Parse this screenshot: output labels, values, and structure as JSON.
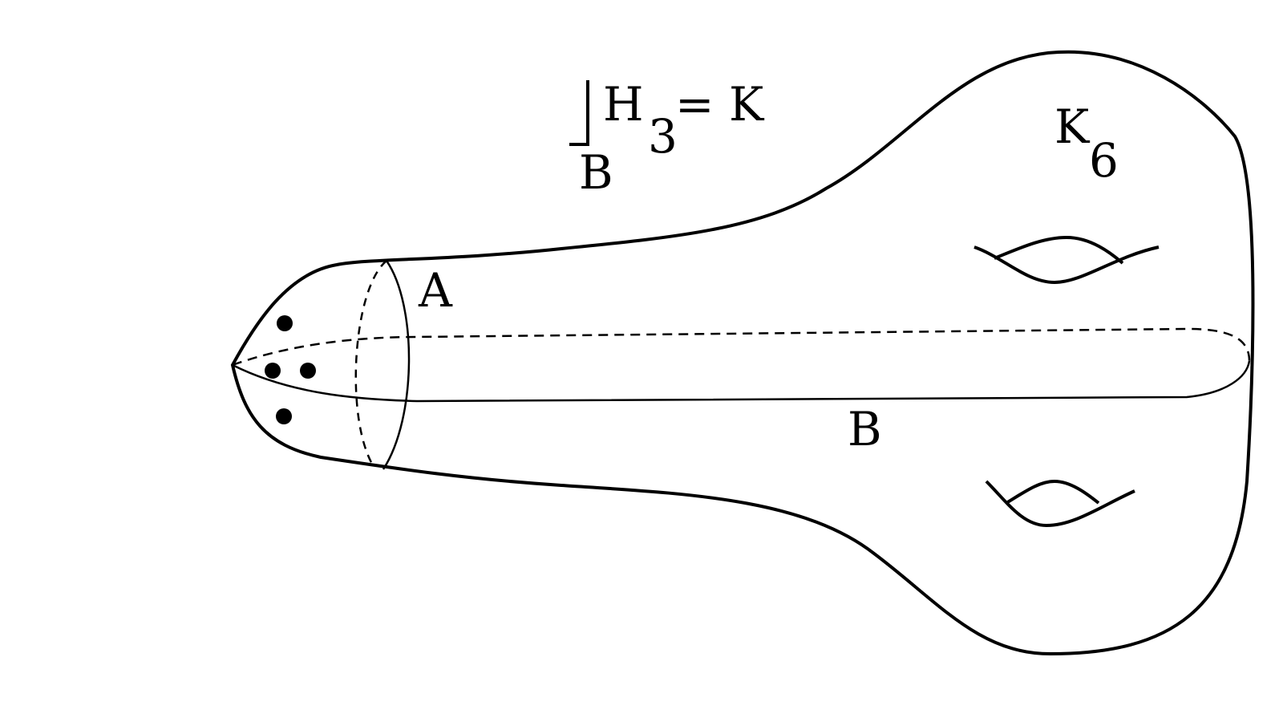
{
  "diagram": {
    "formula": {
      "integral_symbol": "∫",
      "integrand": "H",
      "integrand_subscript": "3",
      "equals_rhs": "= K",
      "domain": "B"
    },
    "labels": {
      "cycle_a": "A",
      "cycle_b": "B",
      "k_main": "K",
      "k_subscript": "6"
    },
    "punctures": 4,
    "handles": 2,
    "stroke_color": "#000000",
    "background_color": "#ffffff"
  }
}
